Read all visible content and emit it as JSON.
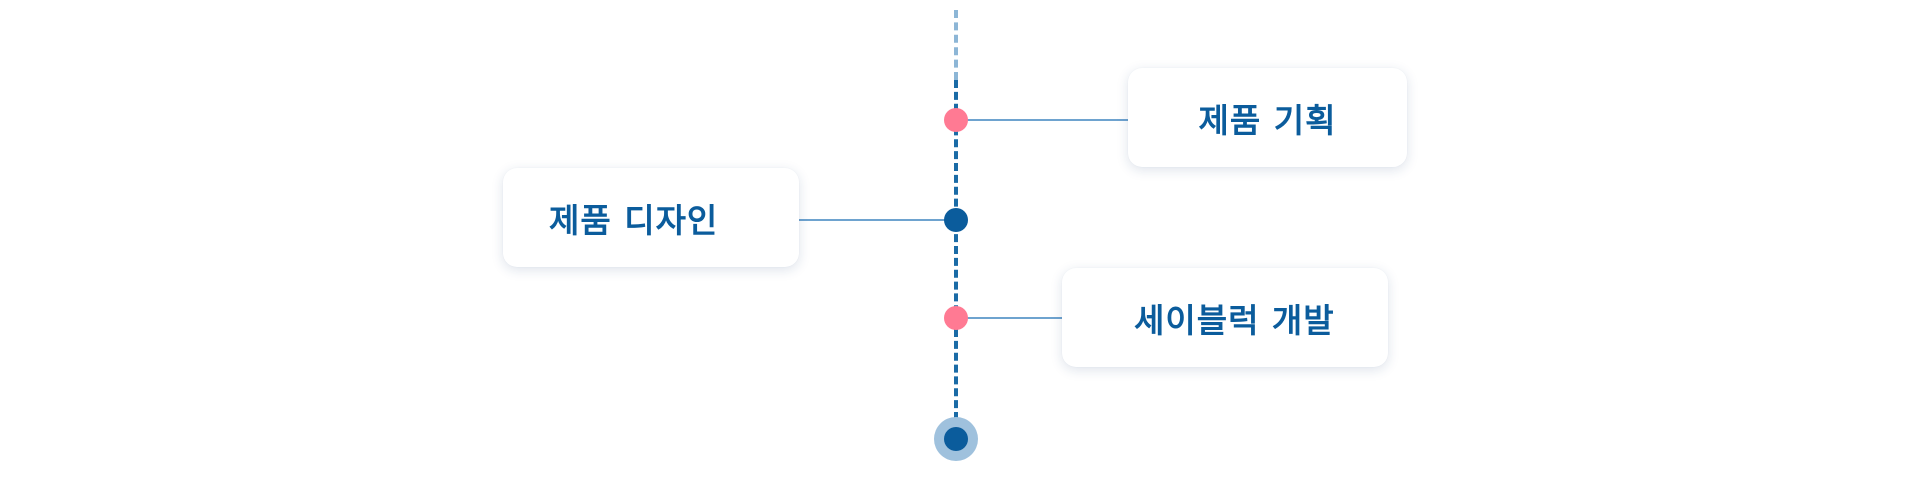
{
  "timeline": {
    "milestones": [
      {
        "label": "제품 기획",
        "side": "right",
        "marker": "pink"
      },
      {
        "label": "제품 디자인",
        "side": "left",
        "marker": "blue"
      },
      {
        "label": "세이블럭 개발",
        "side": "right",
        "marker": "pink"
      }
    ]
  },
  "colors": {
    "accent_blue": "#0b5c9c",
    "accent_pink": "#ff7a93",
    "line_light": "#8db6d6",
    "connector": "#6ea3cf"
  },
  "icons": {
    "marker": "circle-dot-icon",
    "endpoint": "circle-ring-icon"
  }
}
